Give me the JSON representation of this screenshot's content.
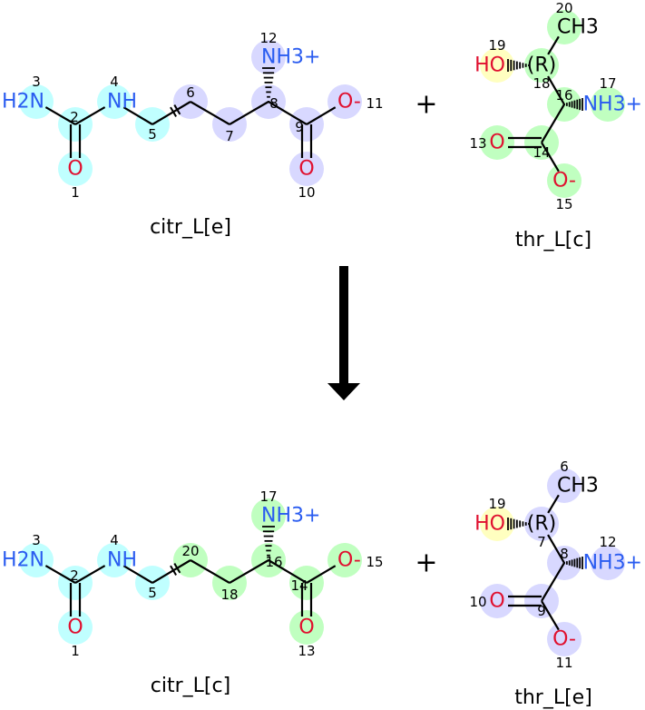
{
  "colors": {
    "cyan": "#c0ffff",
    "lavender": "#d8d8ff",
    "green": "#c0ffc0",
    "yellow": "#ffffc0",
    "nitrogen": "#2a5cf0",
    "oxygen": "#e0102f",
    "bond": "#000000"
  },
  "plus_sign": "+",
  "molecules": [
    {
      "name": "citr_L[e]",
      "atoms": [
        {
          "num": "3",
          "label": "H2N",
          "color": "cyan"
        },
        {
          "num": "2",
          "label": "",
          "color": "cyan"
        },
        {
          "num": "1",
          "label": "O",
          "color": "cyan"
        },
        {
          "num": "4",
          "label": "NH",
          "color": "cyan"
        },
        {
          "num": "5",
          "label": "",
          "color": "cyan"
        },
        {
          "num": "6",
          "label": "",
          "color": "lavender"
        },
        {
          "num": "7",
          "label": "",
          "color": "lavender"
        },
        {
          "num": "8",
          "label": "",
          "color": "lavender"
        },
        {
          "num": "12",
          "label": "NH3+",
          "color": "lavender"
        },
        {
          "num": "9",
          "label": "",
          "color": "lavender"
        },
        {
          "num": "10",
          "label": "O",
          "color": "lavender"
        },
        {
          "num": "11",
          "label": "O-",
          "color": "lavender"
        }
      ]
    },
    {
      "name": "thr_L[c]",
      "atoms": [
        {
          "num": "20",
          "label": "CH3",
          "color": "green"
        },
        {
          "num": "18",
          "label": "(R)",
          "color": "green"
        },
        {
          "num": "19",
          "label": "HO",
          "color": "yellow"
        },
        {
          "num": "16",
          "label": "",
          "color": "green"
        },
        {
          "num": "17",
          "label": "NH3+",
          "color": "green"
        },
        {
          "num": "14",
          "label": "",
          "color": "green"
        },
        {
          "num": "13",
          "label": "O",
          "color": "green"
        },
        {
          "num": "15",
          "label": "O-",
          "color": "green"
        }
      ]
    },
    {
      "name": "citr_L[c]",
      "atoms": [
        {
          "num": "3",
          "label": "H2N",
          "color": "cyan"
        },
        {
          "num": "2",
          "label": "",
          "color": "cyan"
        },
        {
          "num": "1",
          "label": "O",
          "color": "cyan"
        },
        {
          "num": "4",
          "label": "NH",
          "color": "cyan"
        },
        {
          "num": "5",
          "label": "",
          "color": "cyan"
        },
        {
          "num": "20",
          "label": "",
          "color": "green"
        },
        {
          "num": "18",
          "label": "",
          "color": "green"
        },
        {
          "num": "16",
          "label": "",
          "color": "green"
        },
        {
          "num": "17",
          "label": "NH3+",
          "color": "green"
        },
        {
          "num": "14",
          "label": "",
          "color": "green"
        },
        {
          "num": "13",
          "label": "O",
          "color": "green"
        },
        {
          "num": "15",
          "label": "O-",
          "color": "green"
        }
      ]
    },
    {
      "name": "thr_L[e]",
      "atoms": [
        {
          "num": "6",
          "label": "CH3",
          "color": "lavender"
        },
        {
          "num": "7",
          "label": "(R)",
          "color": "lavender"
        },
        {
          "num": "19",
          "label": "HO",
          "color": "yellow"
        },
        {
          "num": "8",
          "label": "",
          "color": "lavender"
        },
        {
          "num": "12",
          "label": "NH3+",
          "color": "lavender"
        },
        {
          "num": "9",
          "label": "",
          "color": "lavender"
        },
        {
          "num": "10",
          "label": "O",
          "color": "lavender"
        },
        {
          "num": "11",
          "label": "O-",
          "color": "lavender"
        }
      ]
    }
  ]
}
